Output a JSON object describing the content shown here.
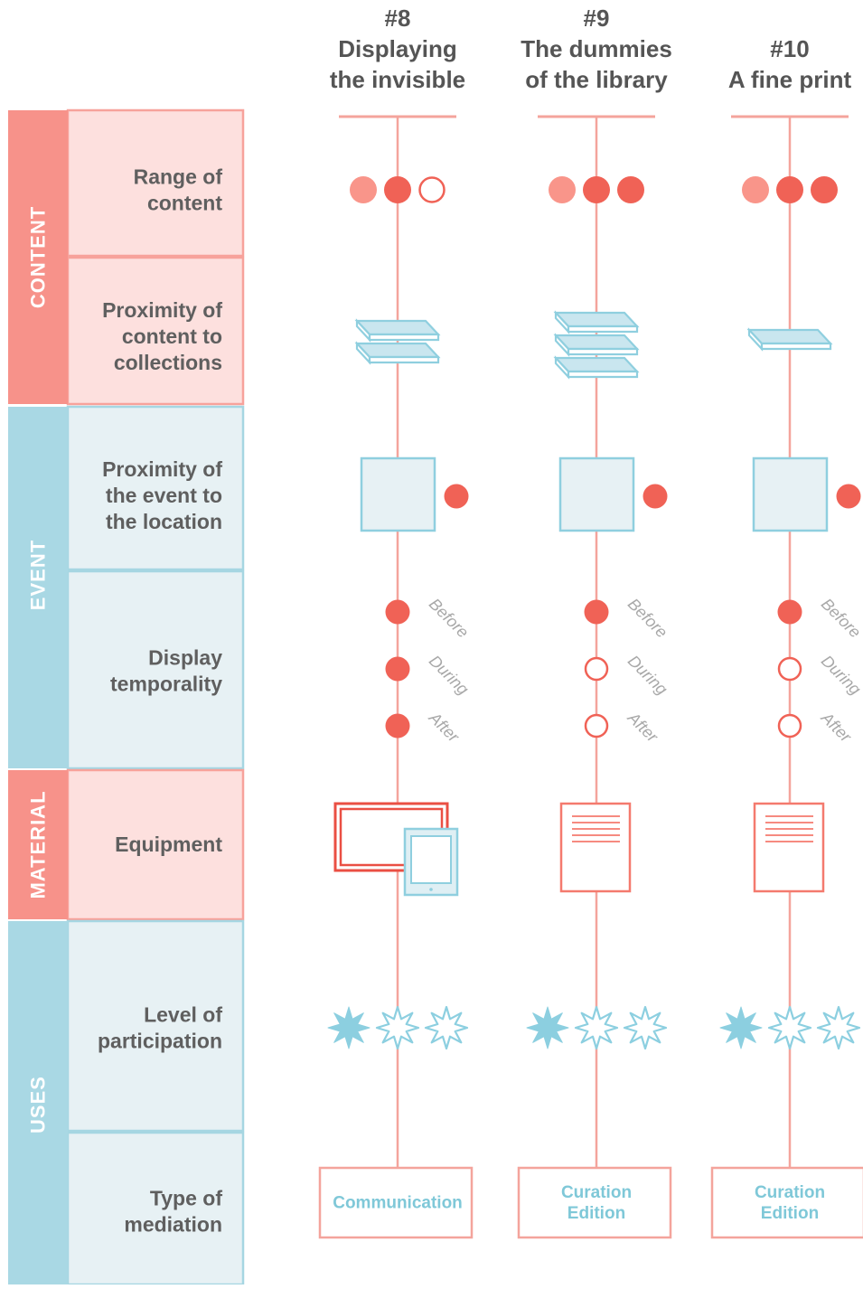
{
  "colors": {
    "coral": "#f47a6e",
    "coral_dark": "#f06256",
    "coral_light": "#f9958a",
    "pink_bg": "#fde0de",
    "pink_band": "#f7928a",
    "pink_border": "#f7a29b",
    "blue_bg": "#e7f1f4",
    "blue_band": "#a9d8e4",
    "blue_border": "#a6d6e2",
    "blue_icon": "#8fcfdf",
    "blue_star": "#8ccfe0",
    "line": "#f4a49c",
    "text_dark": "#5f5f5f",
    "text_gray": "#a8a8a8"
  },
  "categories": [
    {
      "label": "CONTENT"
    },
    {
      "label": "EVENT"
    },
    {
      "label": "MATERIAL"
    },
    {
      "label": "USES"
    }
  ],
  "rows": [
    {
      "lines": [
        "Range of",
        "content"
      ]
    },
    {
      "lines": [
        "Proximity of",
        "content to",
        "collections"
      ]
    },
    {
      "lines": [
        "Proximity of",
        "the event to",
        "the location"
      ]
    },
    {
      "lines": [
        "Display",
        "temporality"
      ]
    },
    {
      "lines": [
        "Equipment"
      ]
    },
    {
      "lines": [
        "Level of",
        "participation"
      ]
    },
    {
      "lines": [
        "Type of",
        "mediation"
      ]
    }
  ],
  "columns": [
    {
      "number": "#8",
      "title_lines": [
        "Displaying",
        "the invisible"
      ],
      "range_of_content": {
        "filled_dots": 2,
        "of": 3
      },
      "collection_stack_count": 2,
      "temporality": {
        "Before": true,
        "During": true,
        "After": true
      },
      "equipment": "screen-and-tablet",
      "participation_level": 1,
      "mediation_lines": [
        "Communication"
      ]
    },
    {
      "number": "#9",
      "title_lines": [
        "The dummies",
        "of the library"
      ],
      "range_of_content": {
        "filled_dots": 3,
        "of": 3
      },
      "collection_stack_count": 3,
      "temporality": {
        "Before": true,
        "During": false,
        "After": false
      },
      "equipment": "printed-document",
      "participation_level": 1,
      "mediation_lines": [
        "Curation",
        "Edition"
      ]
    },
    {
      "number": "#10",
      "title_lines": [
        "A fine print"
      ],
      "range_of_content": {
        "filled_dots": 3,
        "of": 3
      },
      "collection_stack_count": 1,
      "temporality": {
        "Before": true,
        "During": false,
        "After": false
      },
      "equipment": "printed-document",
      "participation_level": 1,
      "mediation_lines": [
        "Curation",
        "Edition"
      ]
    }
  ],
  "temporality_labels": [
    "Before",
    "During",
    "After"
  ]
}
